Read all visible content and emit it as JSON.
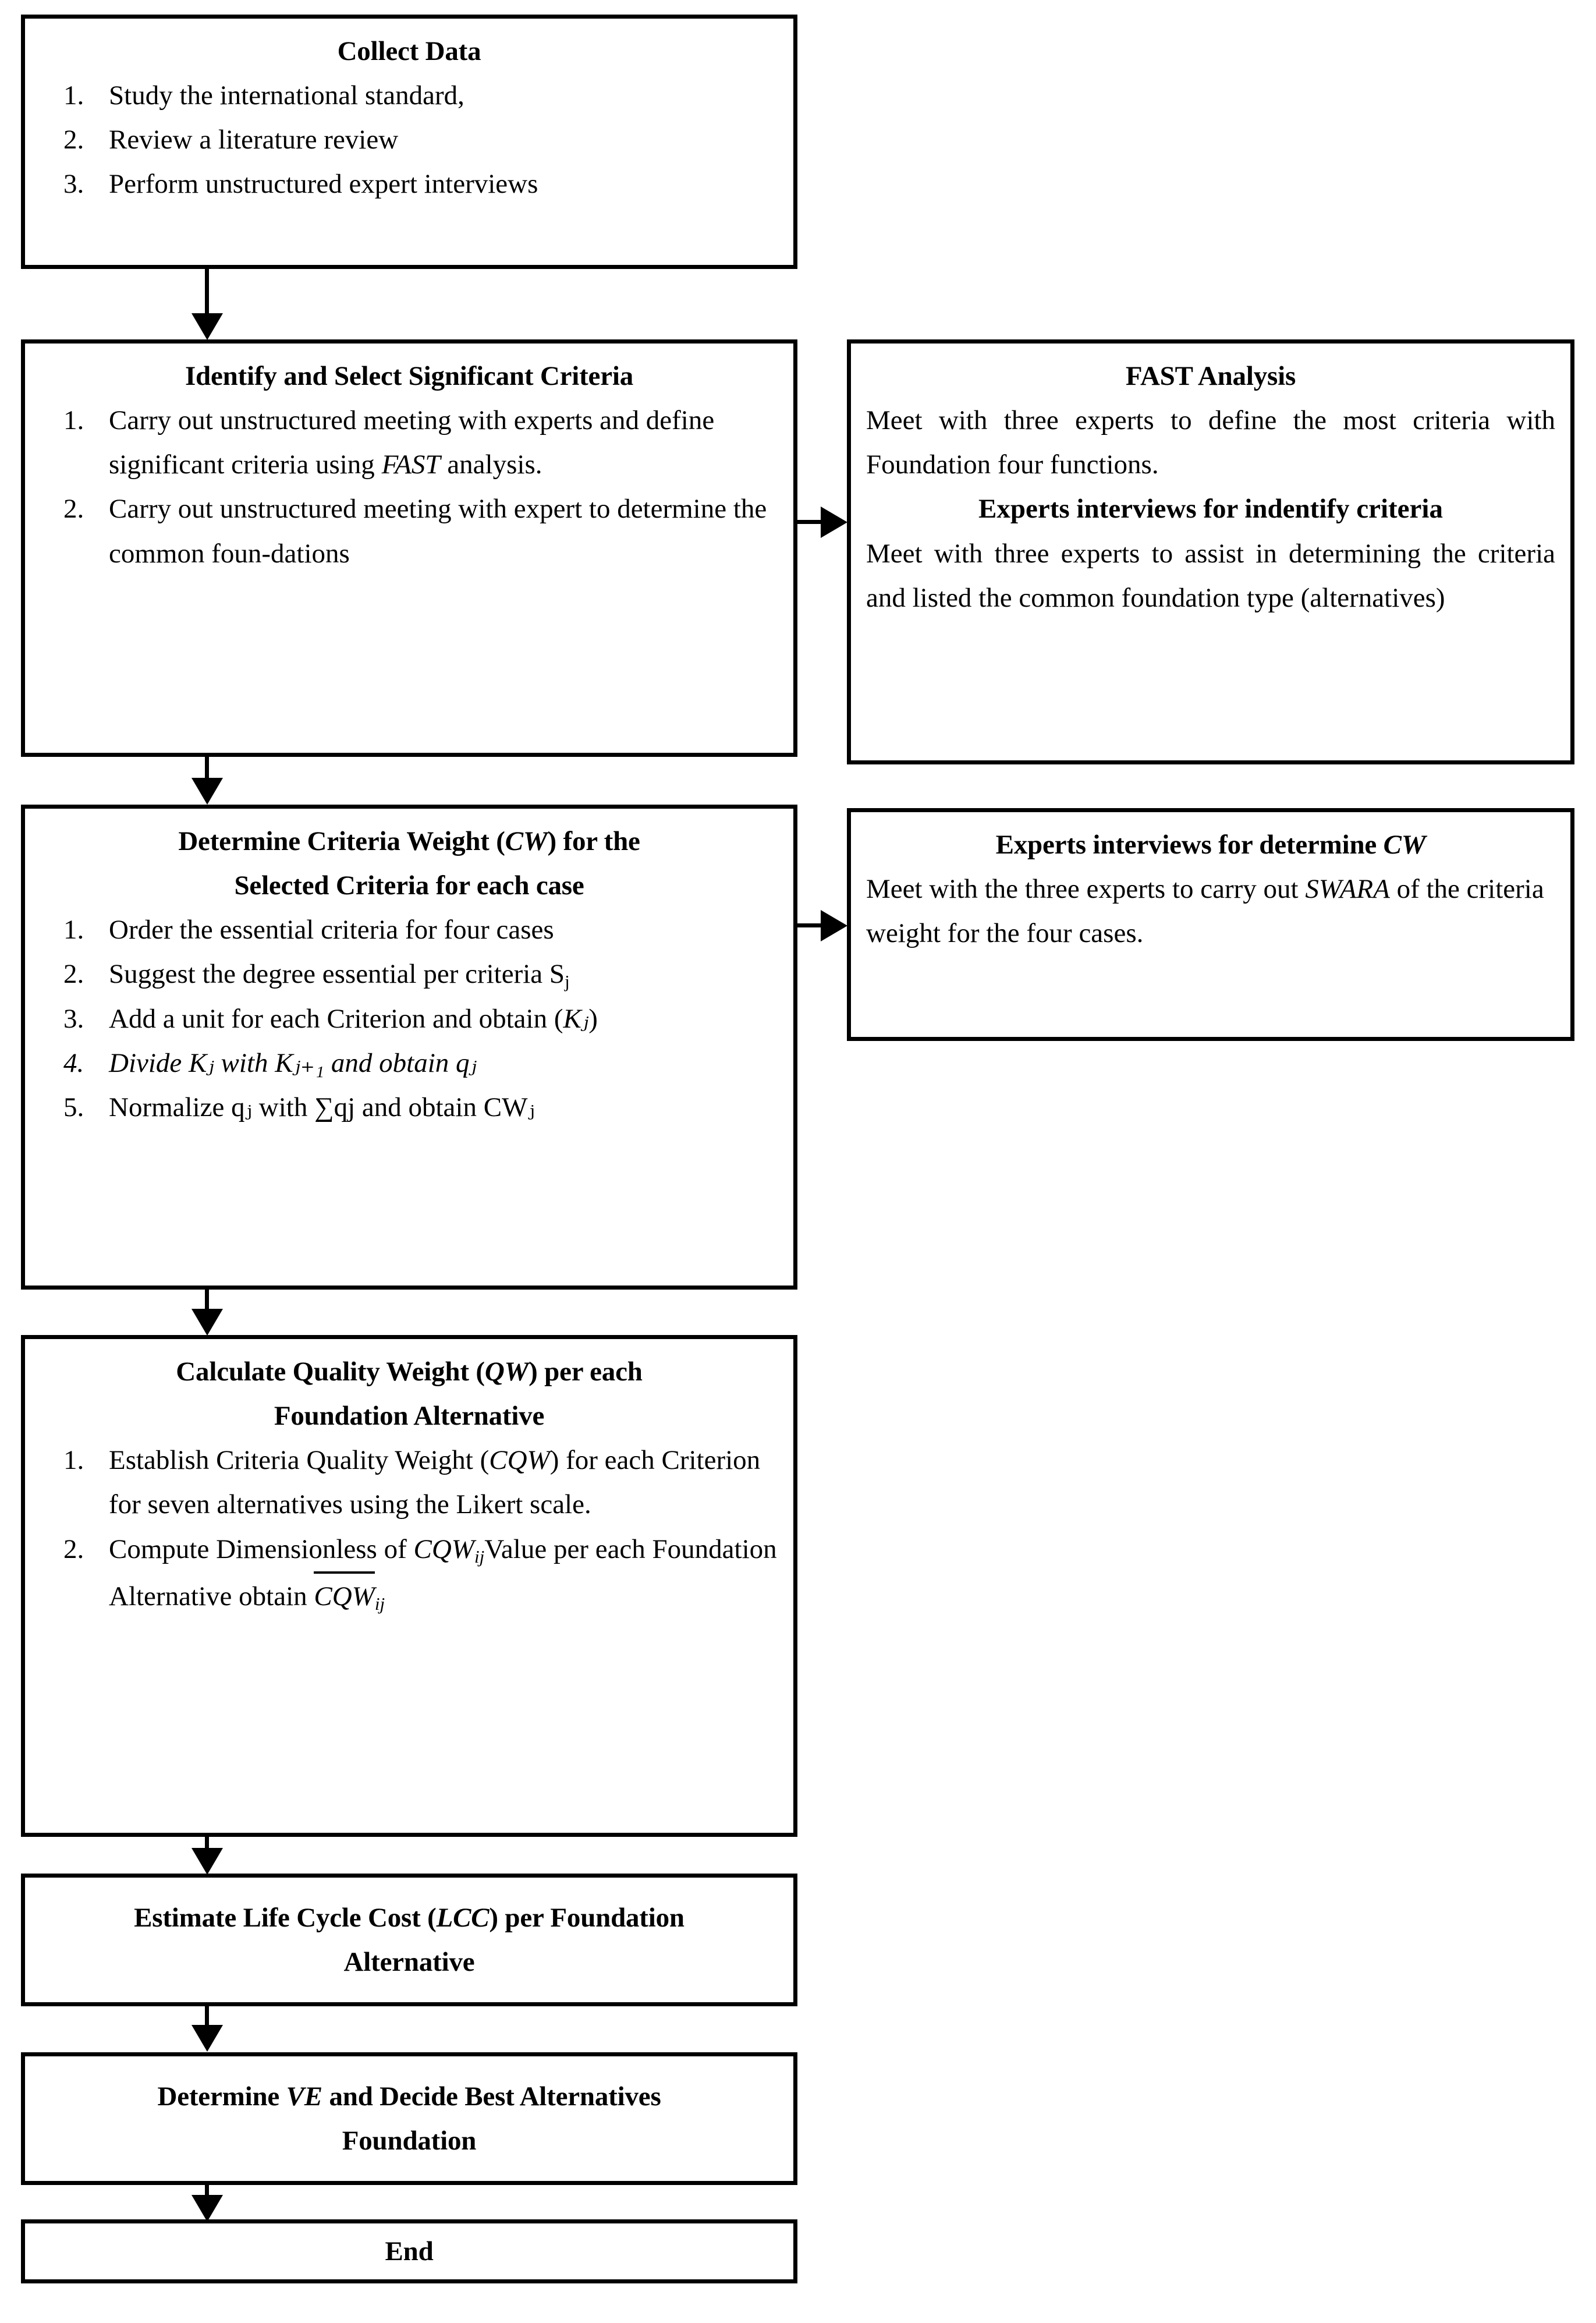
{
  "diagram": {
    "title": "Research methodology flowchart for Value Engineering foundation selection",
    "ink_color": "#000000",
    "background_color": "#ffffff"
  },
  "boxes": {
    "collect_data": {
      "title": "Collect Data",
      "steps": [
        {
          "num": "1.",
          "text": "Study the international standard,"
        },
        {
          "num": "2.",
          "text": "Review a literature review"
        },
        {
          "num": "3.",
          "text": "Perform unstructured expert interviews"
        }
      ]
    },
    "identify_criteria": {
      "title": "Identify and Select Significant Criteria",
      "steps": [
        {
          "num": "1.",
          "text_a": "Carry out unstructured meeting with experts and define significant criteria using ",
          "emphasis": "FAST",
          "text_b": " analysis."
        },
        {
          "num": "2.",
          "text_a": "Carry out unstructured meeting with expert to determine the common foun-dations",
          "emphasis": "",
          "text_b": ""
        }
      ]
    },
    "fast_analysis": {
      "title": "FAST Analysis",
      "paragraph_1": "Meet with three experts to define the most criteria with Foundation four functions.",
      "subtitle": "Experts interviews for indentify criteria",
      "paragraph_2": "Meet with three experts to assist in determining the criteria and listed the common foundation type (alternatives)"
    },
    "determine_cw": {
      "title_line_1_a": "Determine Criteria Weight (",
      "title_line_1_em": "CW",
      "title_line_1_b": ") for the",
      "title_line_2": "Selected Criteria for each case",
      "steps": [
        {
          "num": "1.",
          "text": "Order the essential criteria for four cases"
        },
        {
          "num": "2.",
          "text": "Suggest the degree essential per criteria S",
          "sub": "j"
        },
        {
          "num": "3.",
          "text": "Add a unit for each Criterion and obtain (",
          "sub": "Kⱼ",
          "tail": ")"
        },
        {
          "num": "4.",
          "text": "Divide Kⱼ with Kⱼ₊₁ and obtain qⱼ"
        },
        {
          "num": "5.",
          "text": "Normalize qⱼ with ∑qj and obtain CWⱼ"
        }
      ]
    },
    "experts_cw": {
      "title_a": "Experts interviews for determine ",
      "title_em": "CW",
      "paragraph_a": "Meet with the three experts to carry out ",
      "paragraph_em": "SWARA",
      "paragraph_b": " of the criteria weight for the four cases."
    },
    "calculate_qw": {
      "title_line_1_a": "Calculate Quality Weight (",
      "title_line_1_em": "QW",
      "title_line_1_b": ") per each",
      "title_line_2": "Foundation Alternative",
      "steps": [
        {
          "num": "1.",
          "text_a": "Establish Criteria Quality Weight (",
          "em": "CQW",
          "text_b": ") for each Criterion for seven alternatives using the Likert scale."
        },
        {
          "num": "2.",
          "text_a": "Compute Dimensionless of ",
          "em": "CQW",
          "sub": "ij",
          "text_b": "Value per each Foundation Alternative obtain ",
          "overline": "CQW",
          "overline_sub": "ij"
        }
      ]
    },
    "estimate_lcc": {
      "title_a": "Estimate Life Cycle Cost (",
      "title_em": "LCC",
      "title_b": ") per Foundation",
      "title_line_2": "Alternative"
    },
    "determine_ve": {
      "title_a": "Determine ",
      "title_em": "VE",
      "title_b": " and Decide Best Alternatives",
      "title_line_2": "Foundation"
    },
    "end": {
      "title": "End"
    }
  },
  "connectors": [
    {
      "name": "collect-to-identify",
      "type": "vertical-arrow"
    },
    {
      "name": "identify-to-fast",
      "type": "horizontal-arrow"
    },
    {
      "name": "identify-to-determine-cw",
      "type": "vertical-arrow"
    },
    {
      "name": "determine-cw-to-experts-cw",
      "type": "horizontal-arrow"
    },
    {
      "name": "determine-cw-to-calculate-qw",
      "type": "vertical-arrow"
    },
    {
      "name": "calculate-qw-to-estimate-lcc",
      "type": "vertical-arrow"
    },
    {
      "name": "estimate-lcc-to-determine-ve",
      "type": "vertical-arrow"
    },
    {
      "name": "determine-ve-to-end",
      "type": "vertical-arrow"
    }
  ]
}
